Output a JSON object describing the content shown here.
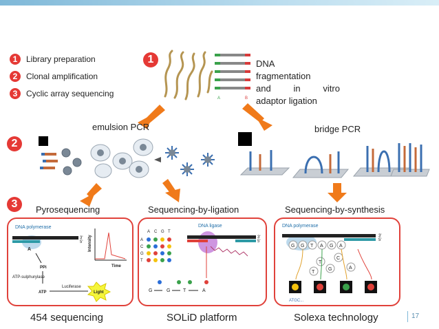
{
  "legend": {
    "items": [
      {
        "num": "1",
        "label": "Library preparation"
      },
      {
        "num": "2",
        "label": "Clonal amplification"
      },
      {
        "num": "3",
        "label": "Cyclic array sequencing"
      }
    ]
  },
  "step_badges": {
    "one": "1",
    "two": "2",
    "three": "3"
  },
  "dna_fragmentation": {
    "line1": "DNA",
    "line2": "fragmentation",
    "line3a": "and",
    "line3b": "in",
    "line3c": "vitro",
    "line4": "adaptor ligation"
  },
  "emulsion_pcr": "emulsion PCR",
  "bridge_pcr": "bridge PCR",
  "methods": {
    "pyro": "Pyrosequencing",
    "ligation": "Sequencing-by-ligation",
    "synthesis": "Sequencing-by-synthesis"
  },
  "panel_pyro": {
    "enzyme": "DNA polymerase",
    "base": "A",
    "ppi": "PPi",
    "sulfurylase": "ATP-sulphurylase",
    "luciferase": "Luciferase",
    "atp": "ATP",
    "light": "Light",
    "intensity": "Intensity",
    "time": "Time",
    "end3": "3'",
    "end5": "5'"
  },
  "panel_ligation": {
    "enzyme": "DNA ligase",
    "cols": [
      "A",
      "C",
      "G",
      "T"
    ],
    "rows": [
      "A",
      "C",
      "G",
      "T"
    ],
    "end3": "3'",
    "end5": "5'",
    "read": [
      "G",
      "G",
      "T",
      "A"
    ]
  },
  "panel_synthesis": {
    "enzyme": "DNA polymerase",
    "end3": "3'",
    "end5": "5'",
    "strand": [
      "G",
      "G",
      "T",
      "A",
      "G",
      "A"
    ],
    "free": [
      "C",
      "T",
      "G",
      "A",
      "T"
    ],
    "atgc": "ATGC..."
  },
  "platforms": {
    "p454": "454 sequencing",
    "solid": "SOLiD platform",
    "solexa": "Solexa technology"
  },
  "page_number": "17",
  "colors": {
    "accent_red": "#e0413a",
    "arrow_orange": "#f07a1a"
  }
}
